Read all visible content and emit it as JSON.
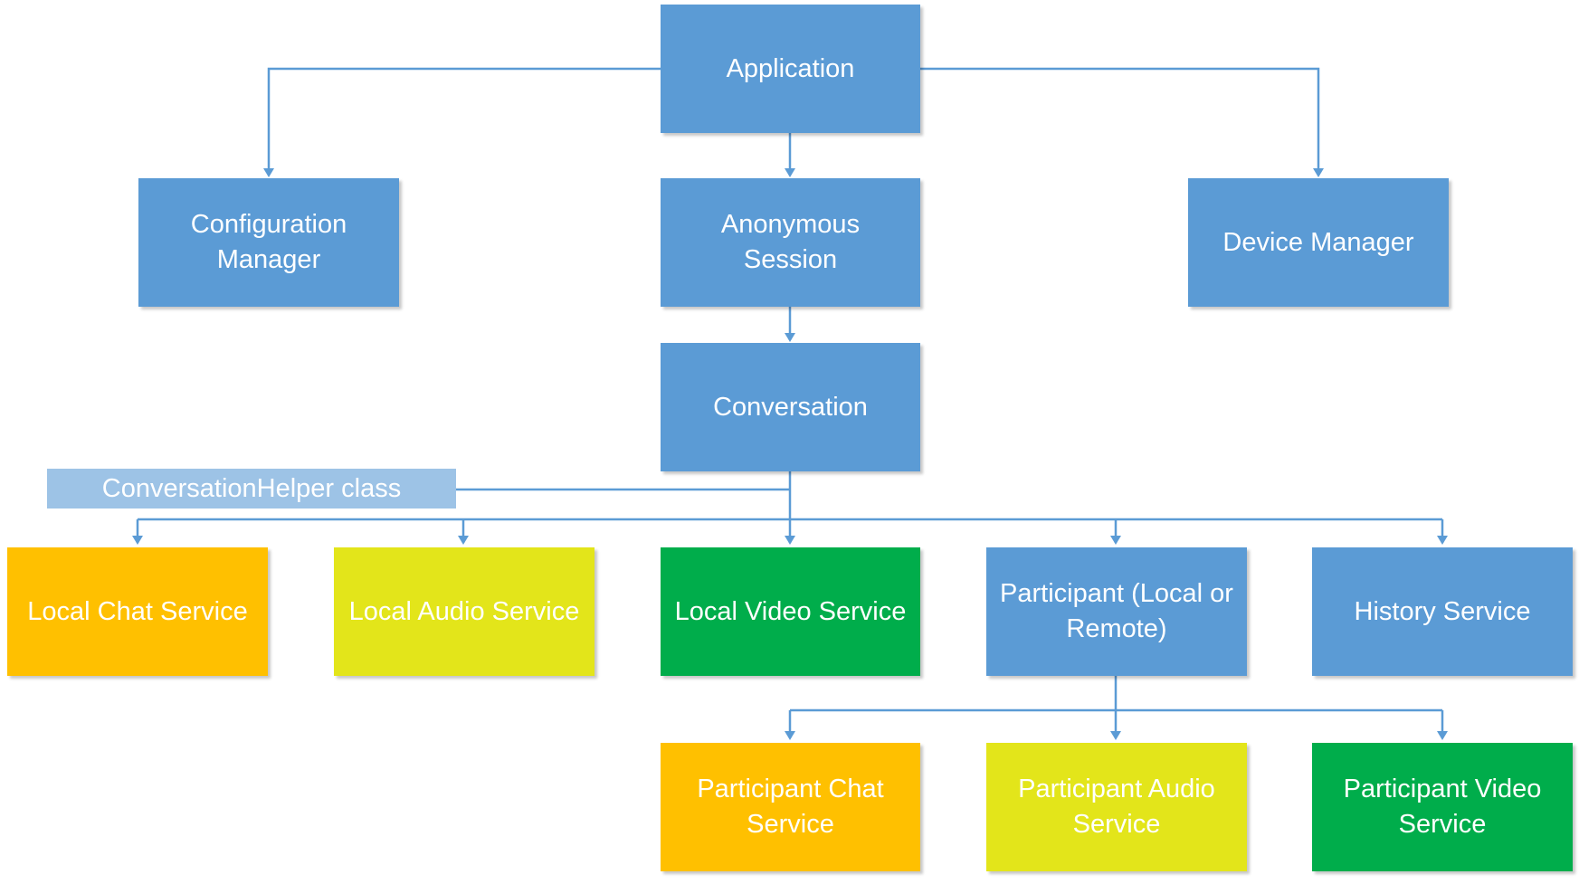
{
  "diagram": {
    "nodes": {
      "application": "Application",
      "configuration_manager": "Configuration\nManager",
      "anonymous_session": "Anonymous Session",
      "device_manager": "Device Manager",
      "conversation": "Conversation",
      "local_chat": "Local Chat Service",
      "local_audio": "Local Audio Service",
      "local_video": "Local Video Service",
      "participant": "Participant (Local or\nRemote)",
      "history": "History Service",
      "participant_chat": "Participant Chat\nService",
      "participant_audio": "Participant Audio\nService",
      "participant_video": "Participant Video\nService"
    },
    "helper_label": "ConversationHelper class",
    "colors": {
      "blue": "#5b9bd5",
      "light_blue": "#9dc3e6",
      "orange": "#ffc000",
      "yellow": "#e3e51a",
      "green": "#00ad4b",
      "connector": "#5b9bd5"
    },
    "edges": [
      [
        "Application",
        "Configuration Manager"
      ],
      [
        "Application",
        "Anonymous Session"
      ],
      [
        "Application",
        "Device Manager"
      ],
      [
        "Anonymous Session",
        "Conversation"
      ],
      [
        "Conversation",
        "Local Chat Service"
      ],
      [
        "Conversation",
        "Local Audio Service"
      ],
      [
        "Conversation",
        "Local Video Service"
      ],
      [
        "Conversation",
        "Participant (Local or Remote)"
      ],
      [
        "Conversation",
        "History Service"
      ],
      [
        "Participant (Local or Remote)",
        "Participant Chat Service"
      ],
      [
        "Participant (Local or Remote)",
        "Participant Audio Service"
      ],
      [
        "Participant (Local or Remote)",
        "Participant Video Service"
      ]
    ]
  }
}
